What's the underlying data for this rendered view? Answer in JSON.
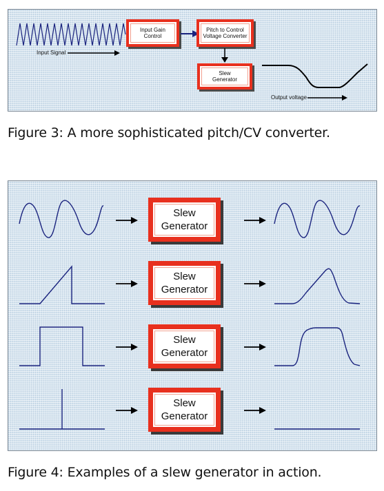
{
  "figure3": {
    "caption": "Figure 3: A more sophisticated pitch/CV converter.",
    "input_label": "Input Signal",
    "output_label": "Output voltage",
    "boxes": {
      "gain": "Input Gain Control",
      "pitch": "Pitch to Control Voltage Converter",
      "slew": "Slew Generator"
    }
  },
  "figure4": {
    "caption": "Figure 4: Examples of a slew generator in action.",
    "rows": [
      {
        "input": "sine",
        "box_line1": "Slew",
        "box_line2": "Generator",
        "output": "sine"
      },
      {
        "input": "sawtooth-ramp",
        "box_line1": "Slew",
        "box_line2": "Generator",
        "output": "smoothed-ramp"
      },
      {
        "input": "square-pulse",
        "box_line1": "Slew",
        "box_line2": "Generator",
        "output": "rounded-pulse"
      },
      {
        "input": "impulse",
        "box_line1": "Slew",
        "box_line2": "Generator",
        "output": "flat-line"
      }
    ]
  },
  "colors": {
    "box_border": "#e8301e",
    "waveform": "#1a237e",
    "panel_bg": "#d6e4ef"
  }
}
